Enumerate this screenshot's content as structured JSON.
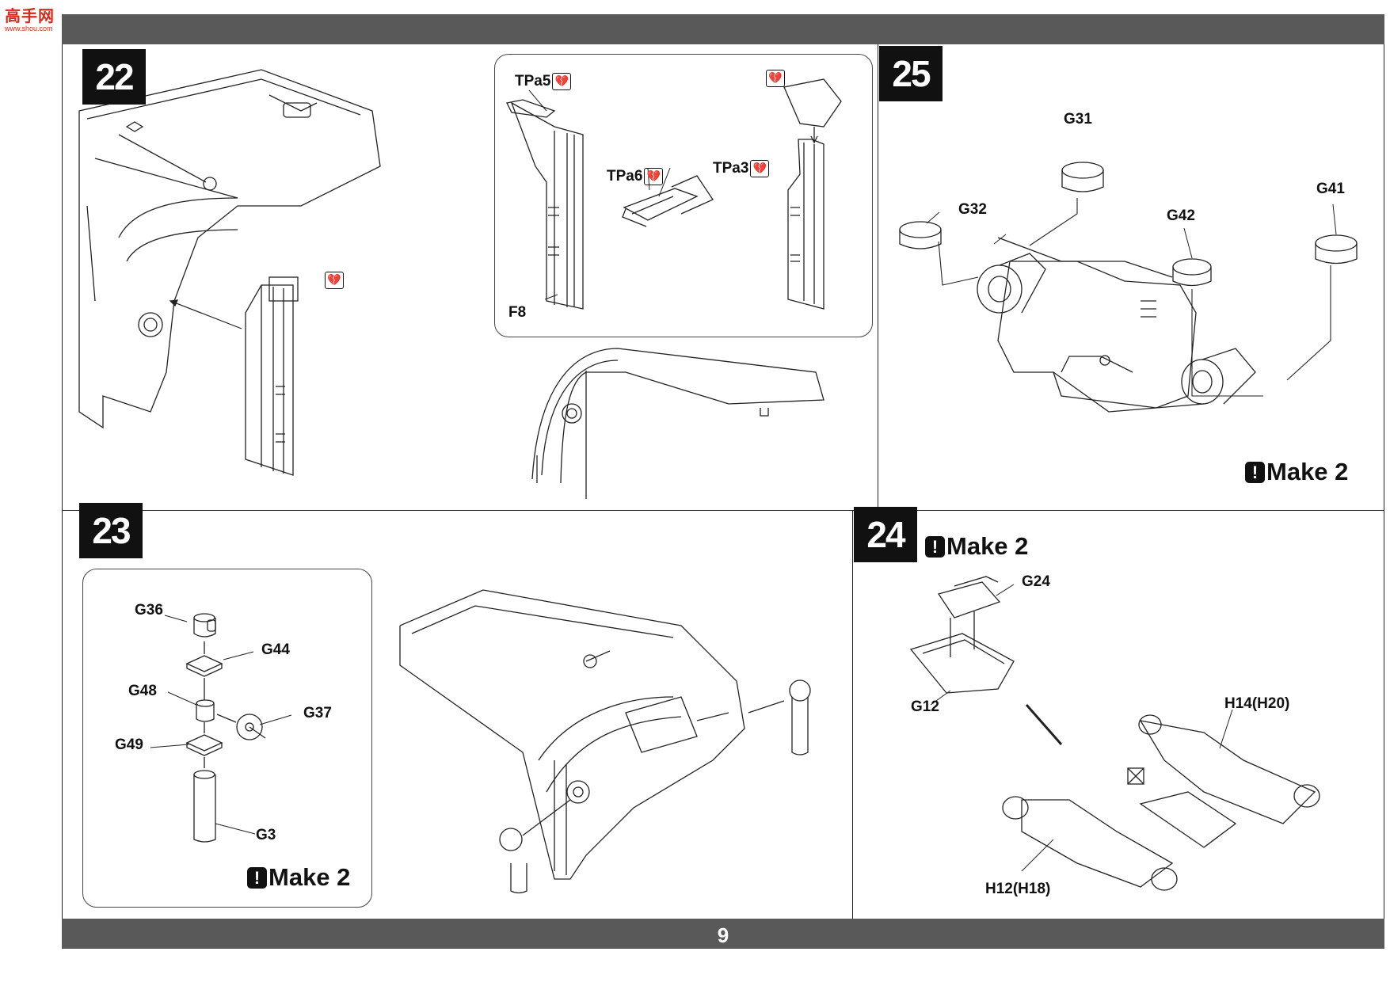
{
  "logo": {
    "text": "高手网",
    "url": "www.shou.com"
  },
  "page_number": "9",
  "steps": {
    "s22": {
      "number": "22",
      "labels": {
        "tpa5": "TPa5",
        "tpa6": "TPa6",
        "tpa3": "TPa3",
        "f8": "F8"
      }
    },
    "s23": {
      "number": "23",
      "labels": {
        "g36": "G36",
        "g44": "G44",
        "g48": "G48",
        "g37": "G37",
        "g49": "G49",
        "g3": "G3"
      },
      "make": "Make 2"
    },
    "s24": {
      "number": "24",
      "labels": {
        "g24": "G24",
        "g12": "G12",
        "h14": "H14(H20)",
        "h12": "H12(H18)"
      },
      "make": "Make 2"
    },
    "s25": {
      "number": "25",
      "labels": {
        "g31": "G31",
        "g32": "G32",
        "g42": "G42",
        "g41": "G41"
      },
      "make": "Make 2"
    }
  },
  "icons": {
    "make_marker": "exclamation-icon",
    "glue": "broken-heart-icon",
    "no_glue": "crossed-box-icon"
  }
}
